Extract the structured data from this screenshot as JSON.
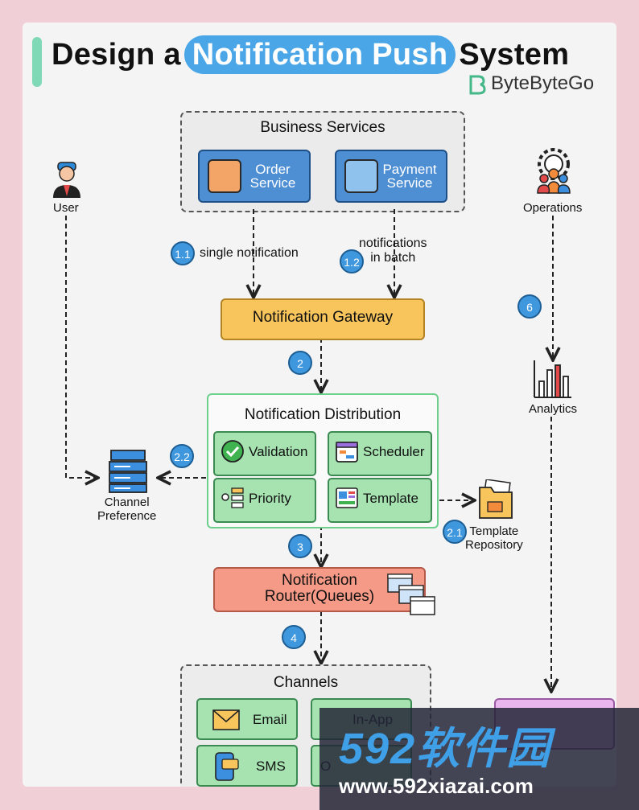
{
  "title": {
    "prefix": "Design a",
    "highlight": "Notification Push",
    "suffix": "System"
  },
  "brand": "ByteByteGo",
  "business_services": {
    "title": "Business Services",
    "order_service": "Order\nService",
    "payment_service": "Payment\nService"
  },
  "steps": {
    "s1_1": {
      "num": "1.1",
      "label": "single notification"
    },
    "s1_2": {
      "num": "1.2",
      "label": "notifications\nin batch"
    },
    "s2": {
      "num": "2"
    },
    "s2_1": {
      "num": "2.1",
      "label": "Template\nRepository"
    },
    "s2_2": {
      "num": "2.2"
    },
    "s3": {
      "num": "3"
    },
    "s4": {
      "num": "4"
    },
    "s6": {
      "num": "6"
    }
  },
  "actors": {
    "user": "User",
    "operations": "Operations",
    "analytics": "Analytics",
    "channel_preference": "Channel\nPreference"
  },
  "gateway": "Notification Gateway",
  "distribution": {
    "title": "Notification Distribution",
    "validation": "Validation",
    "scheduler": "Scheduler",
    "priority": "Priority",
    "template": "Template"
  },
  "router": "Notification\nRouter(Queues)",
  "channels": {
    "title": "Channels",
    "email": "Email",
    "in_app": "In-App",
    "sms": "SMS",
    "other": "O"
  },
  "watermark": {
    "big": "592软件园",
    "small": "www.592xiazai.com"
  },
  "colors": {
    "background": "#f1cfd6",
    "card": "#f4f4f4",
    "service_blue": "#4e8fd4",
    "gateway_yellow": "#f8c55c",
    "green": "#a6e3b1",
    "router_red": "#f59a86",
    "step_blue": "#3f97de",
    "analytics_purple": "#e9b7ee"
  }
}
